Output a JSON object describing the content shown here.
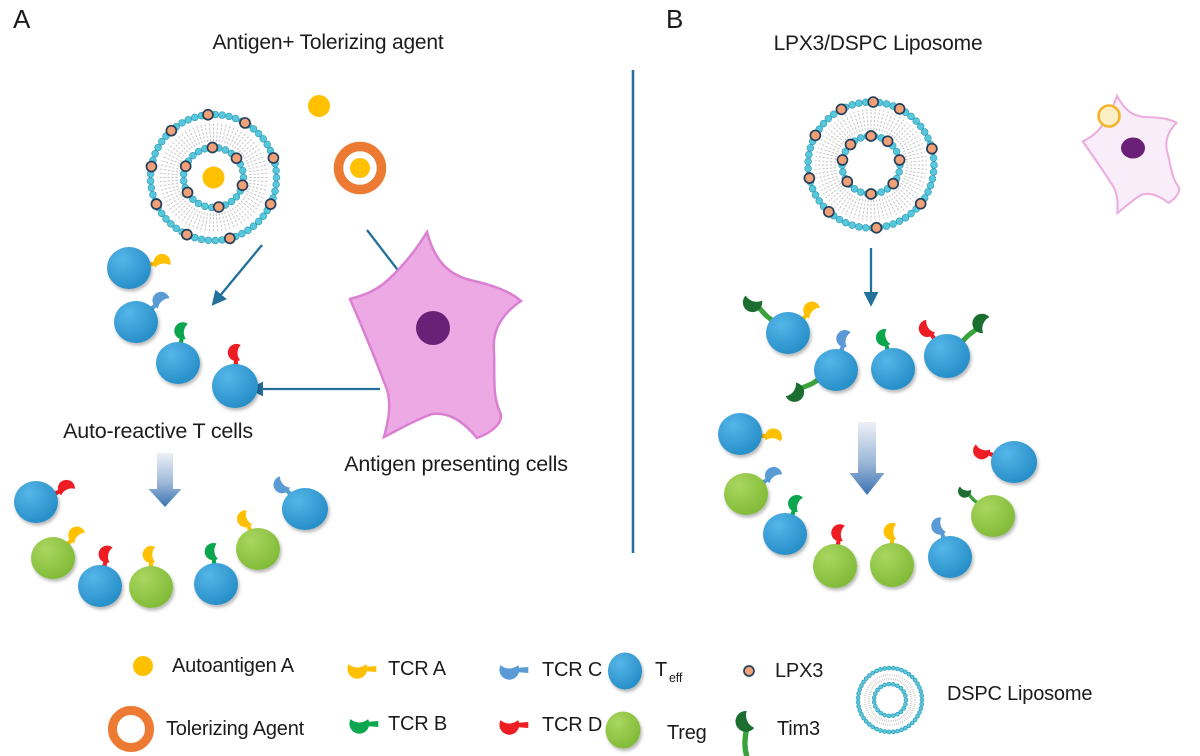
{
  "panel_a": {
    "label": "A",
    "title": "Antigen+ Tolerizing agent",
    "auto_reactive": "Auto-reactive T cells",
    "apc": "Antigen presenting cells"
  },
  "panel_b": {
    "label": "B",
    "title": "LPX3/DSPC Liposome"
  },
  "legend": {
    "autoantigen": "Autoantigen A",
    "tolerizing": "Tolerizing Agent",
    "tcr_a": "TCR A",
    "tcr_b": "TCR B",
    "tcr_c": "TCR C",
    "tcr_d": "TCR D",
    "teff_main": "T",
    "teff_sub": "eff",
    "treg": "Treg",
    "lpx3": "LPX3",
    "tim3": "Tim3",
    "dspc": "DSPC Liposome"
  },
  "colors": {
    "teff": "#2B9CD8",
    "teff_light": "#55B6E9",
    "teff_dark": "#1B84BF",
    "treg": "#8CC63F",
    "treg_light": "#AAD660",
    "treg_dark": "#77B42E",
    "autoantigen": "#FFC000",
    "tolerizing": "#EC7A33",
    "tcr_a": "#FFC000",
    "tcr_b": "#0CA64F",
    "tcr_c": "#5B9BD5",
    "tcr_d": "#EE1D23",
    "tim3_stalk": "#3AA33C",
    "tim3_hook": "#1B6E2F",
    "bead": "#57C7DC",
    "bead_edge": "#2E96B0",
    "lpx3_fill": "#F2A176",
    "lpx3_edge": "#23405F",
    "tail": "#C6C6C6",
    "arrow": "#23709B",
    "grad_top": "#EDF1F7",
    "grad_mid": "#9DB8D8",
    "grad_bottom": "#3A72B3",
    "apc_fill": "#ECA9E4",
    "apc_edge": "#DB7FD3",
    "apc_faded_fill": "#F8EDF8",
    "apc_faded_edge": "#ECACDE",
    "apc_faded_antigen_fill": "#FCEFC5",
    "apc_faded_antigen_edge": "#F0B52C",
    "nucleus": "#6B2077",
    "divider": "#2C6E96",
    "text": "#1C1C1C"
  }
}
